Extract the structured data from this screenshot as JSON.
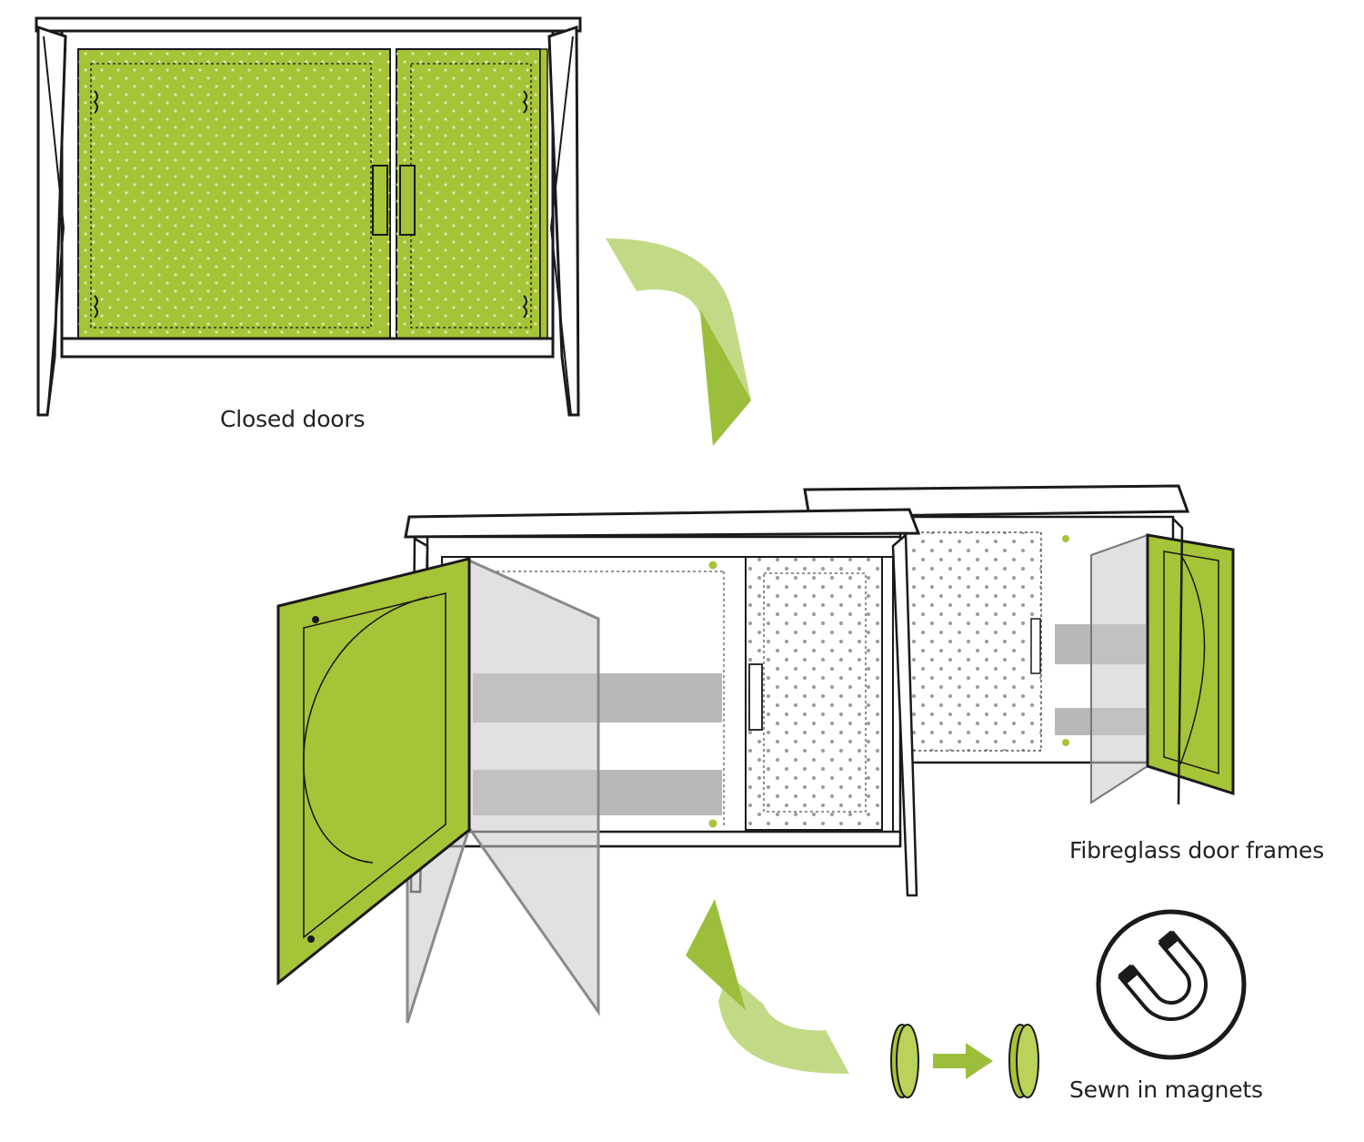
{
  "labels": {
    "closed_doors": "Closed doors",
    "fibreglass_frames": "Fibreglass door frames",
    "sewn_magnets": "Sewn in magnets"
  },
  "colors": {
    "panel_green": "#a6c437",
    "arrow_green": "#9bbf3b",
    "arrow_light": "#c2da86",
    "line": "#1a1a1a",
    "glass": "#c9c9c9",
    "shelf": "#b8b8b8"
  },
  "icons": {
    "magnet": "horseshoe-magnet-icon"
  }
}
